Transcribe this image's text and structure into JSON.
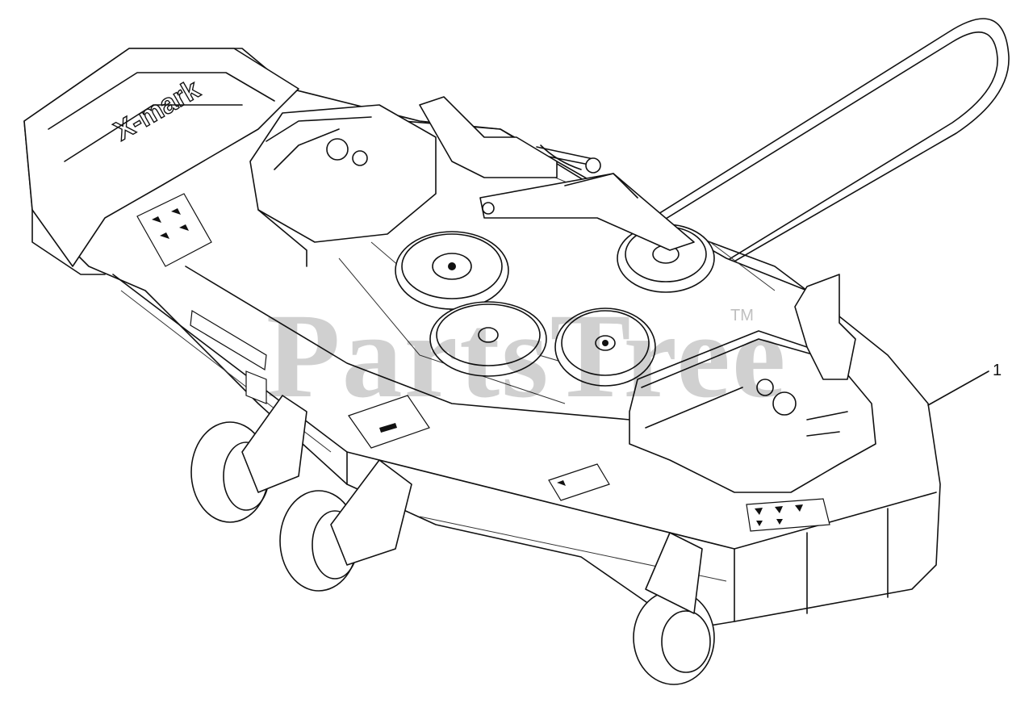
{
  "watermark": {
    "text": "PartsTree",
    "trademark": "TM"
  },
  "callouts": [
    {
      "label": "1"
    }
  ],
  "deck": {
    "brand_text": "X-mark"
  },
  "colors": {
    "line": "#111111",
    "background": "#ffffff",
    "watermark": "#000000"
  }
}
